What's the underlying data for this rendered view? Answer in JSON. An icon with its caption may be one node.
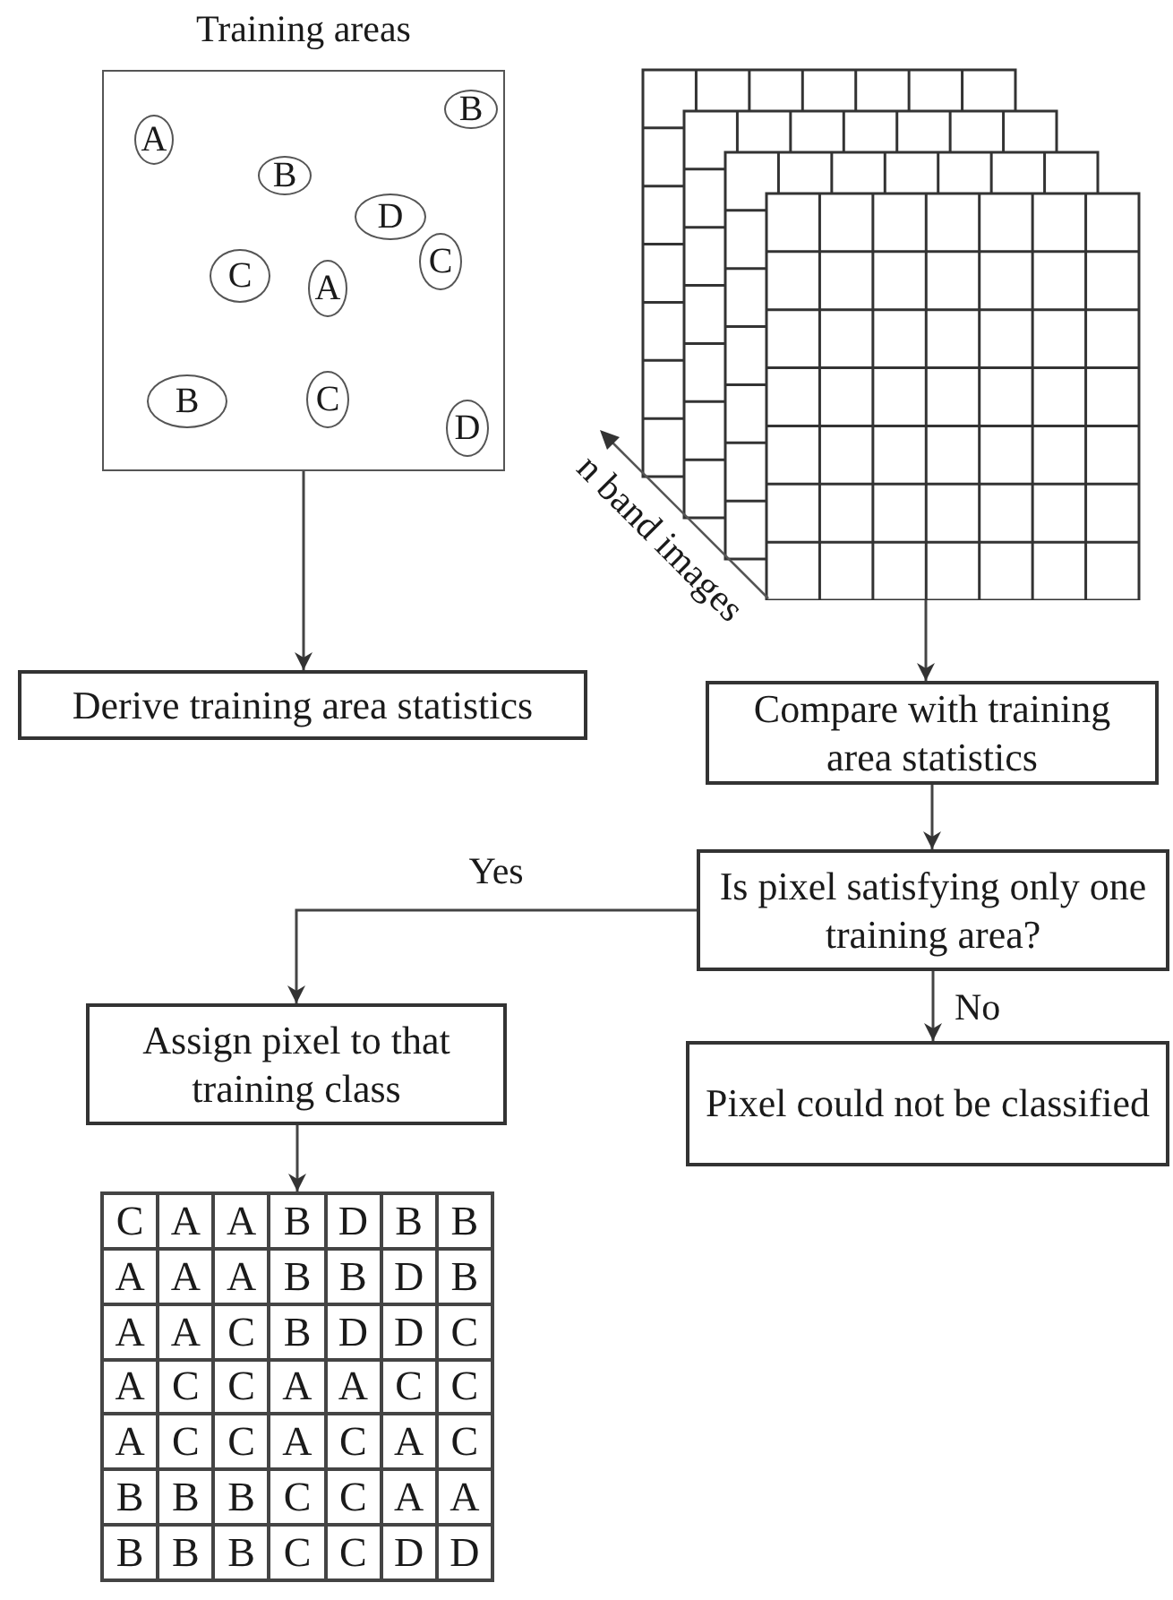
{
  "diagram": {
    "nodes": [
      {
        "text": [
          "Training areas"
        ]
      },
      {
        "text": [
          "B"
        ],
        "in": 0
      },
      {
        "text": [
          "A"
        ],
        "in": 0
      },
      {
        "text": [
          "B"
        ],
        "in": 0
      },
      {
        "text": [
          "D"
        ],
        "in": 0
      },
      {
        "text": [
          "C"
        ],
        "in": 0
      },
      {
        "text": [
          "C"
        ],
        "in": 0
      },
      {
        "text": [
          "A"
        ],
        "in": 0
      },
      {
        "text": [
          "B"
        ],
        "in": 0
      },
      {
        "text": [
          "C"
        ],
        "in": 0
      },
      {
        "text": [
          "D"
        ],
        "in": 0
      },
      {
        "text": [],
        "shape": "picture"
      },
      {
        "text": [
          "Derive training area statistics"
        ]
      },
      {
        "text": [
          "Compare with training area statistics"
        ]
      },
      {
        "text": [
          "Is pixel satisfying only one training area?"
        ]
      },
      {
        "text": [
          "Assign pixel to that training class"
        ]
      },
      {
        "text": [
          "Pixel could not be classified"
        ]
      },
      {
        "text": [],
        "shape": "grid"
      }
    ],
    "edges": [
      {
        "from": 0,
        "to": 12,
        "arrow": "to"
      },
      {
        "from": 11,
        "to": 13,
        "arrow": "to"
      },
      {
        "from": 13,
        "to": 14,
        "arrow": "to"
      },
      {
        "from": 14,
        "to": 15,
        "label": "Yes",
        "arrow": "to"
      },
      {
        "from": 14,
        "to": 16,
        "label": "No",
        "arrow": "to"
      },
      {
        "from": 15,
        "to": 17,
        "arrow": "to"
      }
    ],
    "labels": [
      "n band images",
      "C",
      "A",
      "A",
      "B",
      "D",
      "B",
      "B",
      "A",
      "A",
      "A",
      "B",
      "B",
      "D",
      "B",
      "A",
      "A",
      "C",
      "B",
      "D",
      "D",
      "C",
      "A",
      "C",
      "C",
      "A",
      "A",
      "C",
      "C",
      "A",
      "C",
      "C",
      "A",
      "C",
      "A",
      "C",
      "B",
      "B",
      "B",
      "C",
      "C",
      "A",
      "A",
      "B",
      "B",
      "B",
      "C",
      "C",
      "D",
      "D"
    ]
  }
}
